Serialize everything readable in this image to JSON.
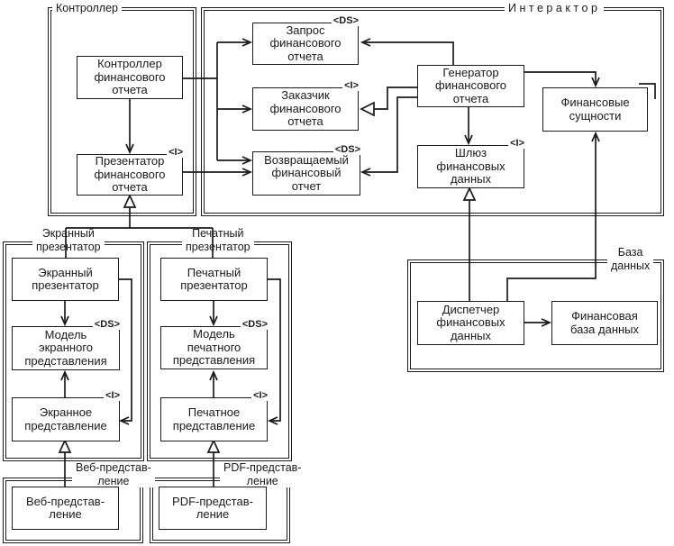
{
  "containers": {
    "controller": {
      "title": "Контроллер"
    },
    "interactor": {
      "title": "Интерактор"
    },
    "database": {
      "title": "База\nданных"
    },
    "screen_presenter": {
      "title": "Экранный\nпрезентатор"
    },
    "print_presenter": {
      "title": "Печатный\nпрезентатор"
    },
    "web_view": {
      "title": "Веб-представ-\nление"
    },
    "pdf_view": {
      "title": "PDF-представ-\nление"
    }
  },
  "nodes": {
    "report_controller": {
      "label": "Контроллер\nфинансового\nотчета",
      "stereotype": ""
    },
    "report_presenter": {
      "label": "Презентатор\nфинансового\nотчета",
      "stereotype": "<I>"
    },
    "report_request": {
      "label": "Запрос\nфинансового\nотчета",
      "stereotype": "<DS>"
    },
    "report_requester": {
      "label": "Заказчик\nфинансового\nотчета",
      "stereotype": "<I>"
    },
    "returned_report": {
      "label": "Возвращаемый\nфинансовый\nотчет",
      "stereotype": "<DS>"
    },
    "report_generator": {
      "label": "Генератор\nфинансового\nотчета",
      "stereotype": ""
    },
    "financial_entities": {
      "label": "Финансовые\nсущности",
      "stereotype": ""
    },
    "data_gateway": {
      "label": "Шлюз\nфинансовых\nданных",
      "stereotype": "<I>"
    },
    "data_dispatcher": {
      "label": "Диспетчер\nфинансовых\nданных",
      "stereotype": ""
    },
    "financial_database": {
      "label": "Финансовая\nбаза данных",
      "stereotype": ""
    },
    "screen_presenter": {
      "label": "Экранный\nпрезентатор",
      "stereotype": ""
    },
    "screen_view_model": {
      "label": "Модель\nэкранного\nпредставления",
      "stereotype": "<DS>"
    },
    "screen_view": {
      "label": "Экранное\nпредставление",
      "stereotype": "<I>"
    },
    "print_presenter": {
      "label": "Печатный\nпрезентатор",
      "stereotype": ""
    },
    "print_view_model": {
      "label": "Модель\nпечатного\nпредставления",
      "stereotype": "<DS>"
    },
    "print_view": {
      "label": "Печатное\nпредставление",
      "stereotype": "<I>"
    },
    "web_view": {
      "label": "Веб-представ-\nление",
      "stereotype": ""
    },
    "pdf_view": {
      "label": "PDF-представ-\nление",
      "stereotype": ""
    }
  },
  "colors": {
    "line": "#1a1a1a",
    "background": "#ffffff"
  }
}
